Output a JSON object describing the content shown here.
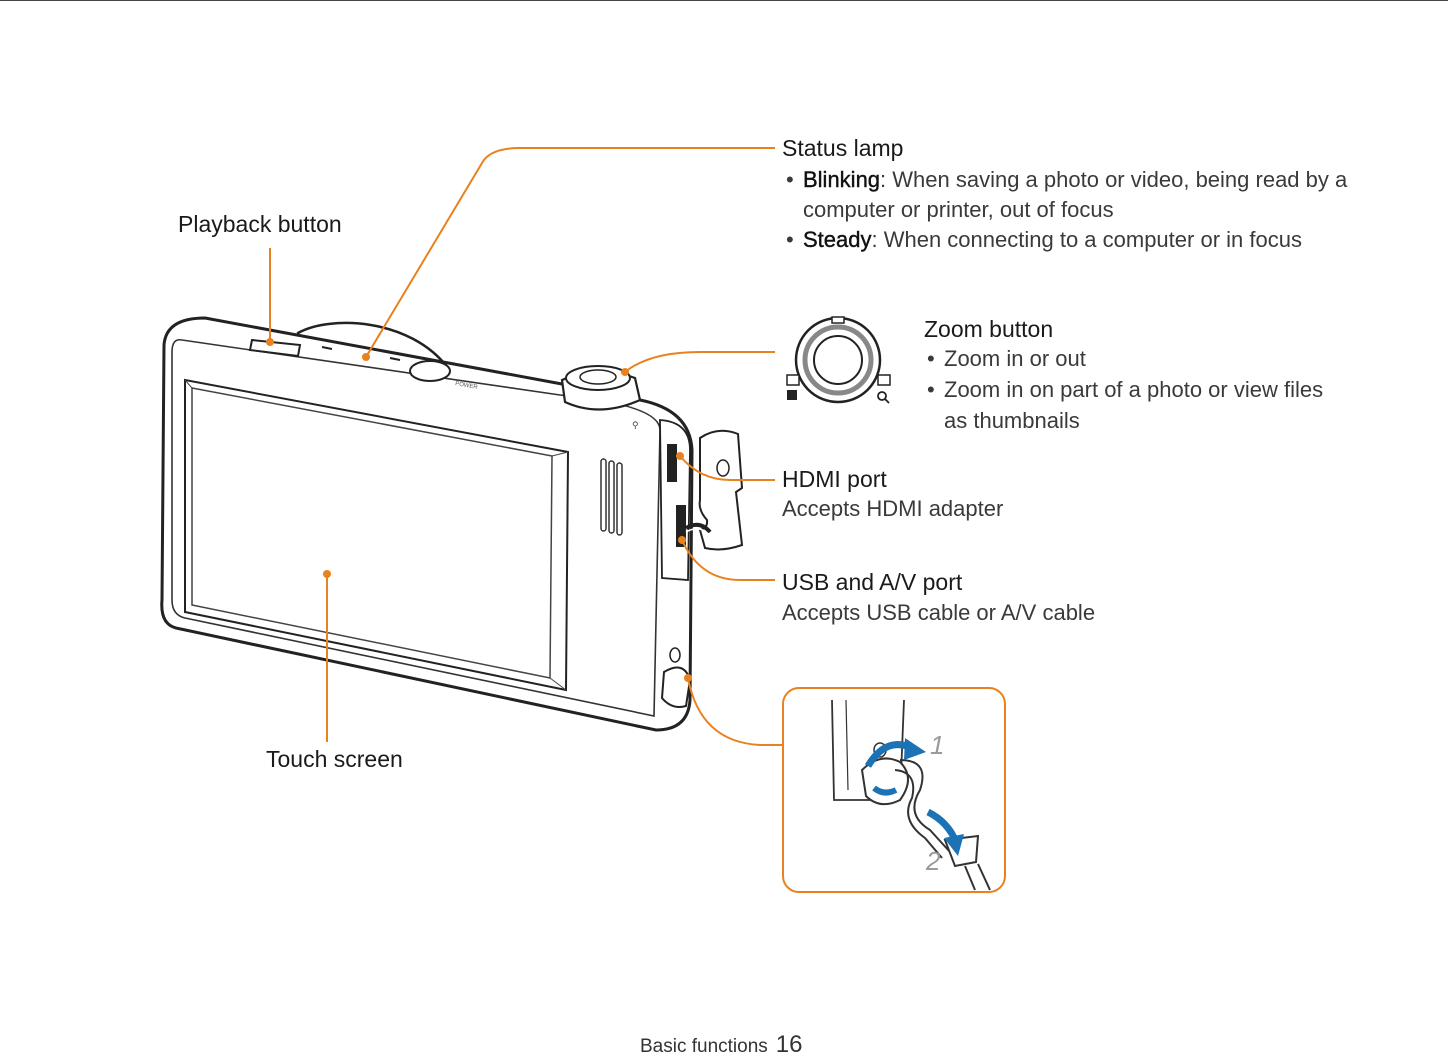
{
  "labels": {
    "playback": "Playback button",
    "status_lamp": {
      "title": "Status lamp",
      "items": [
        {
          "term": "Blinking",
          "text": ": When saving a photo or video, being read by a",
          "cont": "computer or printer, out of focus"
        },
        {
          "term": "Steady",
          "text": ": When connecting to a computer or in focus"
        }
      ]
    },
    "zoom": {
      "title": "Zoom button",
      "items": [
        "Zoom in or out",
        "Zoom in on part of a photo or view files",
        "as thumbnails"
      ]
    },
    "hdmi": {
      "title": "HDMI port",
      "desc": "Accepts HDMI adapter"
    },
    "usb": {
      "title": "USB and A/V port",
      "desc": "Accepts USB cable or A/V cable"
    },
    "touch": "Touch screen"
  },
  "strap_steps": [
    "1",
    "2"
  ],
  "footer": {
    "section": "Basic functions",
    "page": "16"
  },
  "colors": {
    "callout": "#e8821e",
    "arrow": "#1b73b6"
  }
}
